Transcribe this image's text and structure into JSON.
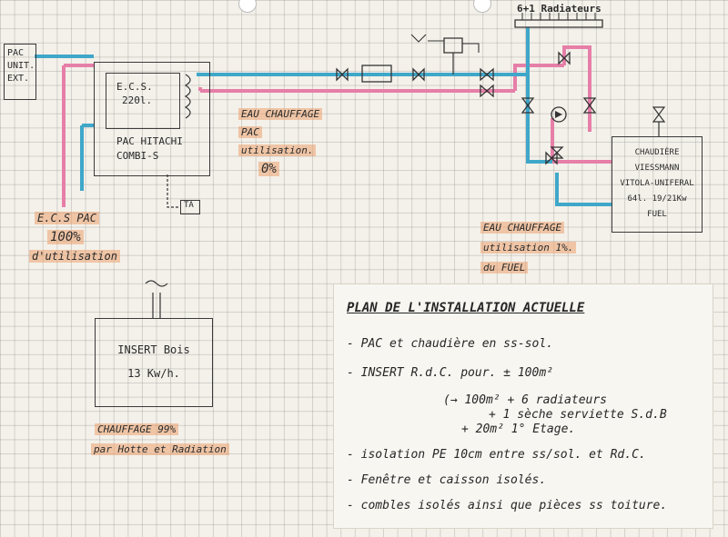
{
  "labels": {
    "pac_unit": [
      "PAC",
      "UNIT.",
      "EXT."
    ],
    "radiators": "6+1 Radiateurs",
    "ecs_tank": [
      "E.C.S.",
      "220l."
    ],
    "pac_name": [
      "PAC HITACHI",
      "COMBI-S"
    ],
    "ta": "TA",
    "eau_chauffage_pac": [
      "EAU CHAUFFAGE",
      "PAC",
      "utilisation.",
      "0%"
    ],
    "ecs_pac": [
      "E.C.S PAC",
      "100%",
      "d'utilisation"
    ],
    "eau_chauffage_fuel": [
      "EAU CHAUFFAGE",
      "utilisation 1%.",
      "du FUEL"
    ],
    "boiler": [
      "CHAUDIÈRE",
      "VIESSMANN",
      "VITOLA-UNIFERAL",
      "64l. 19/21Kw",
      "FUEL"
    ],
    "insert": [
      "INSERT Bois",
      "13 Kw/h."
    ],
    "chauffage_insert": [
      "CHAUFFAGE 99%",
      "par Hotte et Radiation"
    ]
  },
  "notes": {
    "title": "PLAN DE L'INSTALLATION ACTUELLE",
    "lines": [
      "- PAC et chaudière en ss-sol.",
      "- INSERT R.d.C. pour. ± 100m²",
      "(→ 100m² + 6 radiateurs",
      "+ 1 sèche serviette S.d.B",
      "+ 20m² 1° Etage.",
      "- isolation PE 10cm entre ss/sol. et Rd.C.",
      "- Fenêtre et caisson isolés.",
      "- combles isolés ainsi que pièces ss toiture."
    ]
  },
  "colors": {
    "blue": "#3fa7c9",
    "pink": "#e67fa8",
    "highlight": "#eba06e"
  }
}
